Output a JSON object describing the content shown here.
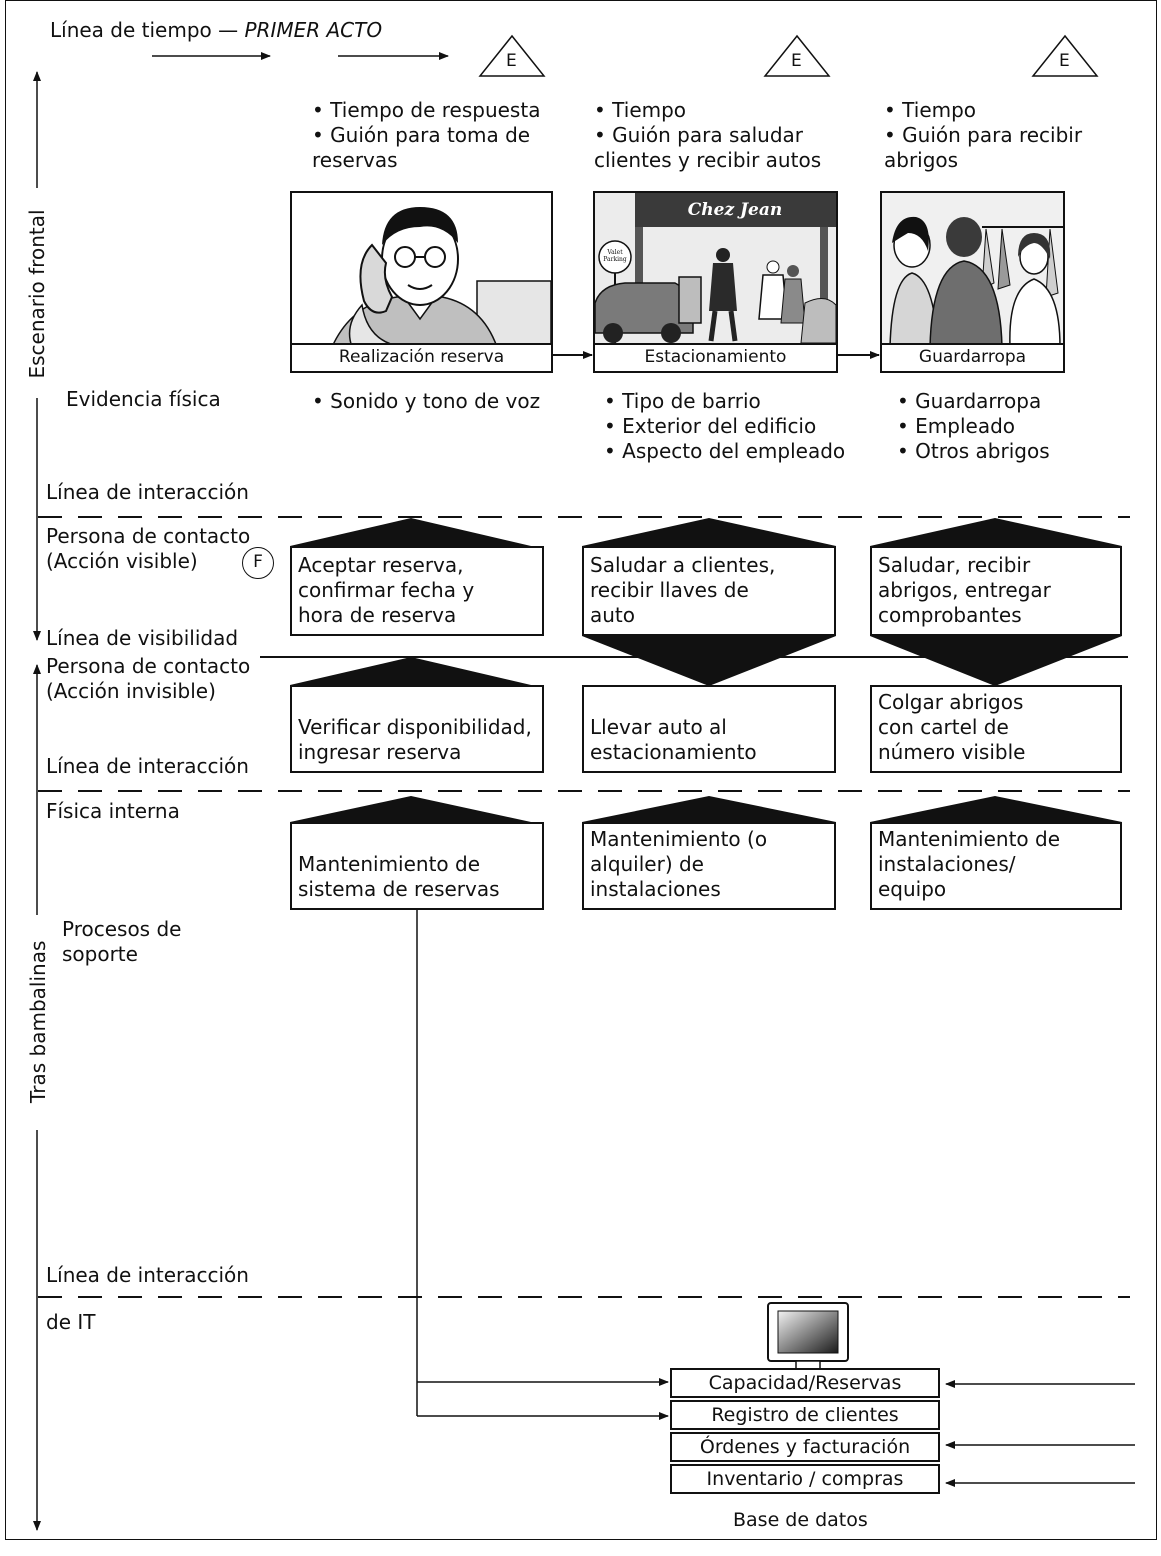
{
  "timeline": {
    "label": "Línea de tiempo —",
    "act": "PRIMER ACTO"
  },
  "badges": {
    "e": "E",
    "f": "F"
  },
  "side_labels": {
    "front_stage": "Escenario frontal",
    "back_stage": "Tras bambalinas"
  },
  "row_labels": {
    "physical_evidence": "Evidencia física",
    "interaction_line_1": "Línea de interacción",
    "contact_visible": "Persona de contacto\n(Acción visible)",
    "visibility_line": "Línea de visibilidad",
    "contact_invisible": "Persona de contacto\n(Acción invisible)",
    "interaction_line_2": "Línea de interacción",
    "internal_physical": "Física interna",
    "support_processes": "Procesos de\nsoporte",
    "interaction_line_3": "Línea de interacción",
    "it": "de IT"
  },
  "steps": [
    {
      "standards": "• Tiempo de respuesta\n• Guión para toma de\n   reservas",
      "caption": "Realización reserva",
      "evidence": "• Sonido y tono de voz",
      "visible_action": "Aceptar reserva,\nconfirmar fecha y\nhora de reserva",
      "invisible_action": "Verificar disponibilidad,\ningresar reserva",
      "support": "Mantenimiento de\nsistema de reservas"
    },
    {
      "standards": "• Tiempo\n• Guión para saludar\n   clientes y recibir autos",
      "caption": "Estacionamiento",
      "sign": "Chez Jean",
      "valet": "Valet\nParking",
      "evidence": "• Tipo de barrio\n• Exterior del edificio\n• Aspecto del empleado",
      "visible_action": "Saludar a clientes,\nrecibir llaves de\nauto",
      "invisible_action": "Llevar auto al\nestacionamiento",
      "support": "Mantenimiento (o\nalquiler) de\ninstalaciones"
    },
    {
      "standards": "• Tiempo\n• Guión para recibir\n   abrigos",
      "caption": "Guardarropa",
      "evidence": "• Guardarropa\n• Empleado\n• Otros abrigos",
      "visible_action": "Saludar, recibir\nabrigos, entregar\ncomprobantes",
      "invisible_action": "Colgar abrigos\ncon cartel de\nnúmero visible",
      "support": "Mantenimiento de\ninstalaciones/\nequipo"
    }
  ],
  "database": {
    "rows": [
      "Capacidad/Reservas",
      "Registro de clientes",
      "Órdenes y facturación",
      "Inventario / compras"
    ],
    "label": "Base de datos"
  }
}
